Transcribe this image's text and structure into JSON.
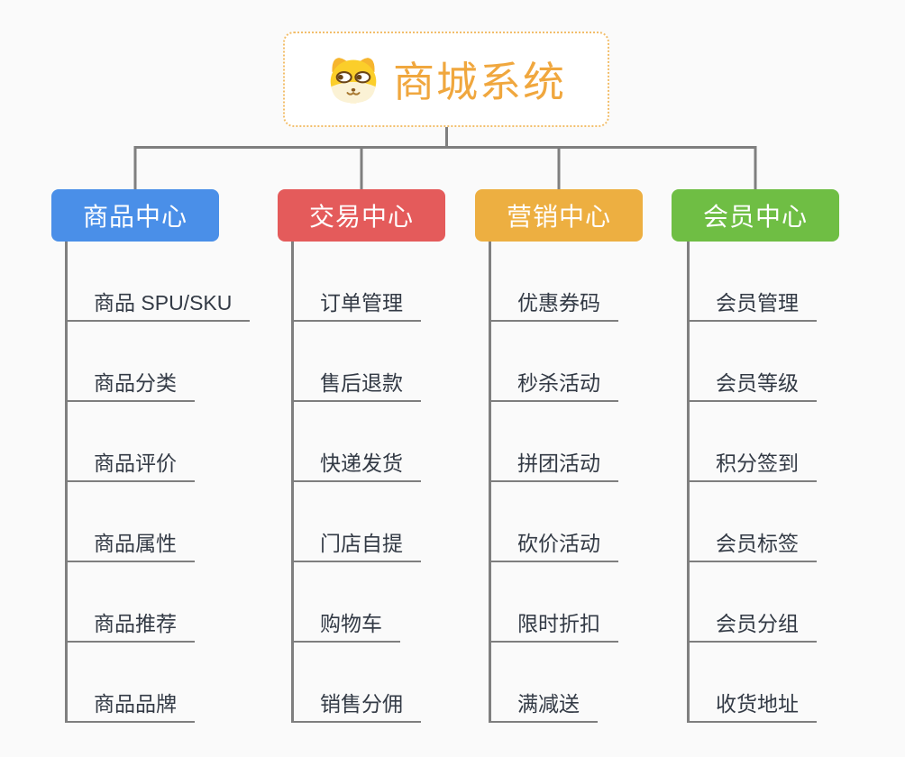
{
  "root": {
    "title": "商城系统",
    "icon": "dog-face-icon"
  },
  "branches": [
    {
      "label": "商品中心",
      "color": "#4A8FE8",
      "items": [
        "商品 SPU/SKU",
        "商品分类",
        "商品评价",
        "商品属性",
        "商品推荐",
        "商品品牌"
      ]
    },
    {
      "label": "交易中心",
      "color": "#E45B5B",
      "items": [
        "订单管理",
        "售后退款",
        "快递发货",
        "门店自提",
        "购物车",
        "销售分佣"
      ]
    },
    {
      "label": "营销中心",
      "color": "#EDAF41",
      "items": [
        "优惠券码",
        "秒杀活动",
        "拼团活动",
        "砍价活动",
        "限时折扣",
        "满减送"
      ]
    },
    {
      "label": "会员中心",
      "color": "#6FBE44",
      "items": [
        "会员管理",
        "会员等级",
        "积分签到",
        "会员标签",
        "会员分组",
        "收货地址"
      ]
    }
  ],
  "colors": {
    "background": "#FAFAFA",
    "connector": "#7F7F7F",
    "root_text": "#F0A73E",
    "root_border": "#F2BE6B",
    "branch_product": "#4A8FE8",
    "branch_trade": "#E45B5B",
    "branch_marketing": "#EDAF41",
    "branch_member": "#6FBE44",
    "item_text": "#333A45",
    "item_underline": "#7E7E7E"
  }
}
